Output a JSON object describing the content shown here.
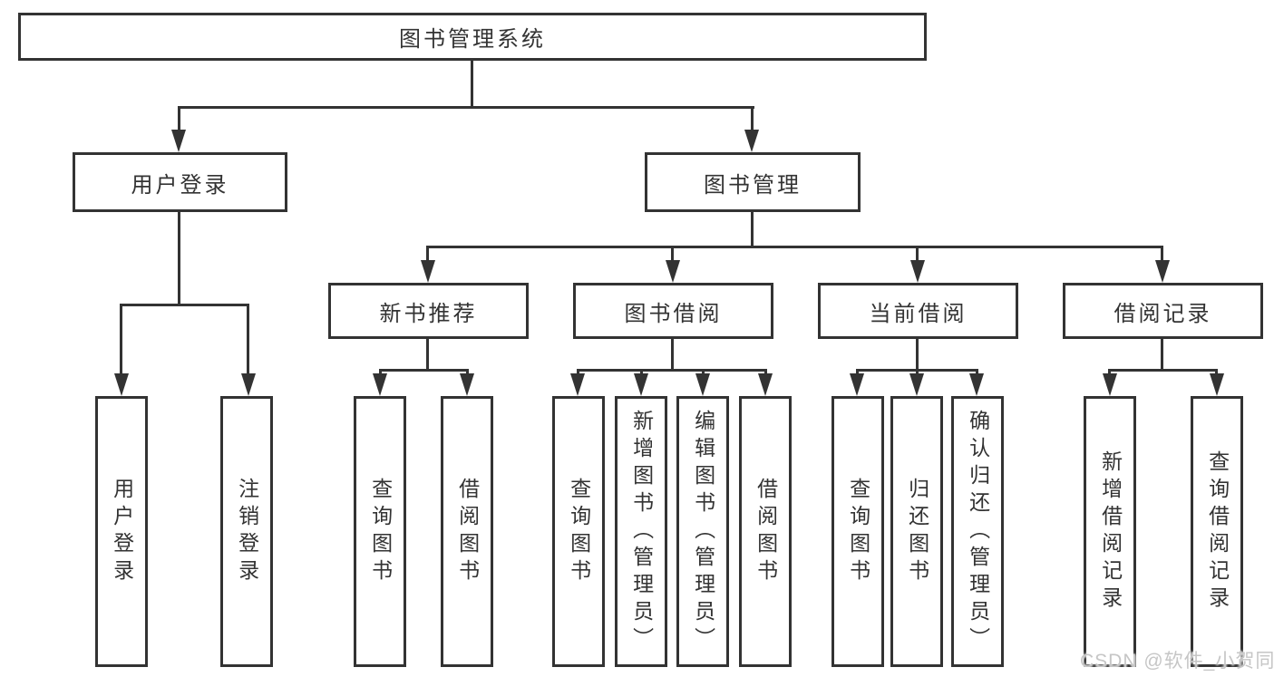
{
  "diagram": {
    "title": "图书管理系统",
    "watermark": "CSDN @软件_小贺同学",
    "colors": {
      "line": "#333333",
      "text": "#333333",
      "background": "#ffffff",
      "watermark": "#c6c6c6"
    },
    "root": {
      "label": "图书管理系统"
    },
    "branches": [
      {
        "label": "用户登录",
        "children": [
          {
            "label": "用户登录"
          },
          {
            "label": "注销登录"
          }
        ]
      },
      {
        "label": "图书管理",
        "children": [
          {
            "label": "新书推荐",
            "children": [
              {
                "label": "查询图书"
              },
              {
                "label": "借阅图书"
              }
            ]
          },
          {
            "label": "图书借阅",
            "children": [
              {
                "label": "查询图书"
              },
              {
                "label": "新增图书（管理员）"
              },
              {
                "label": "编辑图书（管理员）"
              },
              {
                "label": "借阅图书"
              }
            ]
          },
          {
            "label": "当前借阅",
            "children": [
              {
                "label": "查询图书"
              },
              {
                "label": "归还图书"
              },
              {
                "label": "确认归还（管理员）"
              }
            ]
          },
          {
            "label": "借阅记录",
            "children": [
              {
                "label": "新增借阅记录"
              },
              {
                "label": "查询借阅记录"
              }
            ]
          }
        ]
      }
    ]
  }
}
